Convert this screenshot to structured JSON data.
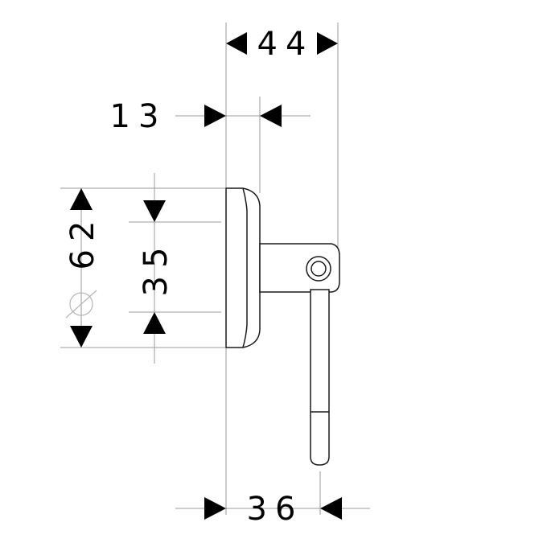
{
  "dimensions": {
    "overall_depth": "44",
    "flange_thickness": "13",
    "flange_diameter": "62",
    "inner_height": "35",
    "ring_offset": "36"
  },
  "symbols": {
    "diameter": "diameter-symbol"
  },
  "colors": {
    "line": "#1a1a1a",
    "extension": "#9a9a9a",
    "background": "#ffffff"
  }
}
